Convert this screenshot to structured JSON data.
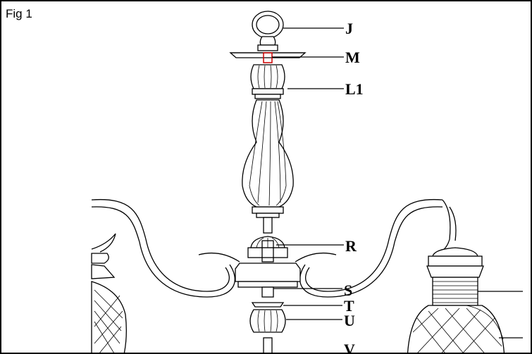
{
  "figure": {
    "label": "Fig 1"
  },
  "callouts": {
    "J": "J",
    "M": "M",
    "L1": "L1",
    "R": "R",
    "S": "S",
    "T": "T",
    "U": "U",
    "V": "V"
  },
  "colors": {
    "line": "#000000",
    "highlight": "#cc0000",
    "background": "#ffffff"
  }
}
